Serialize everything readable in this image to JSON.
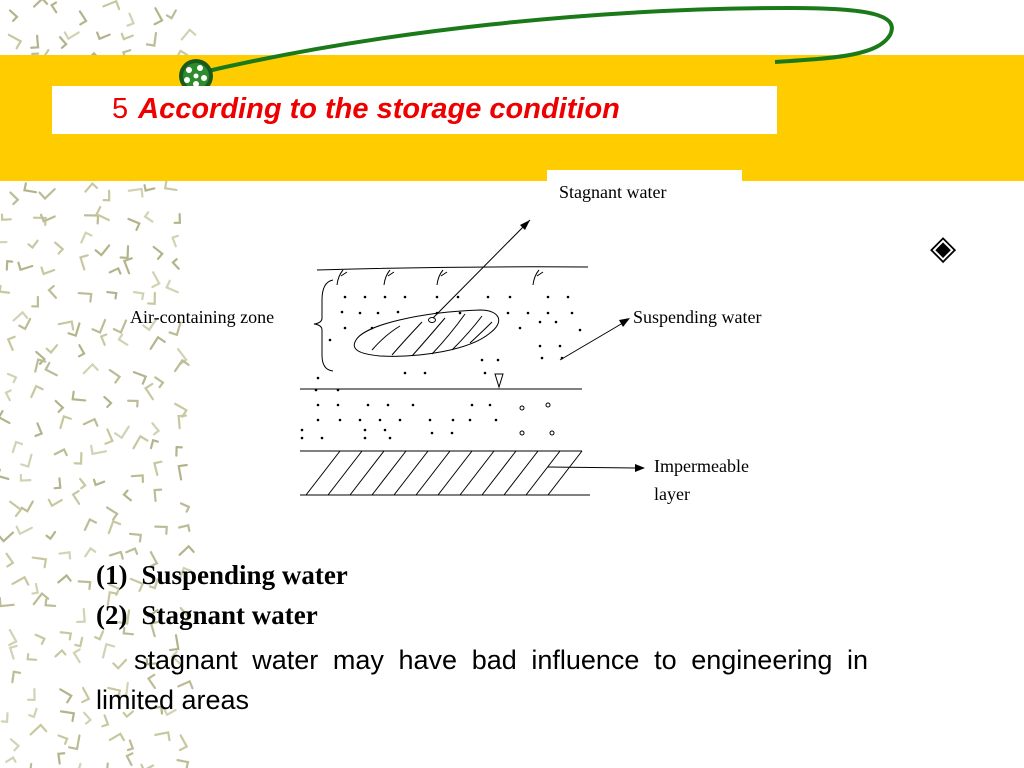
{
  "title": {
    "number": "5",
    "text": "According to the storage condition"
  },
  "diagram": {
    "labels": {
      "stagnant": "Stagnant water",
      "air_zone": "Air-containing zone",
      "suspending": "Suspending water",
      "impermeable_line1": "Impermeable",
      "impermeable_line2": "layer"
    }
  },
  "bullet_symbol": "◈",
  "list": [
    {
      "num": "(1)",
      "text": "Suspending water"
    },
    {
      "num": "(2)",
      "text": "Stagnant water"
    }
  ],
  "body": "stagnant water may have bad influence to engineering in limited areas",
  "colors": {
    "band": "#ffcc00",
    "title": "#ee0000",
    "arc": "#1a7a1a"
  }
}
